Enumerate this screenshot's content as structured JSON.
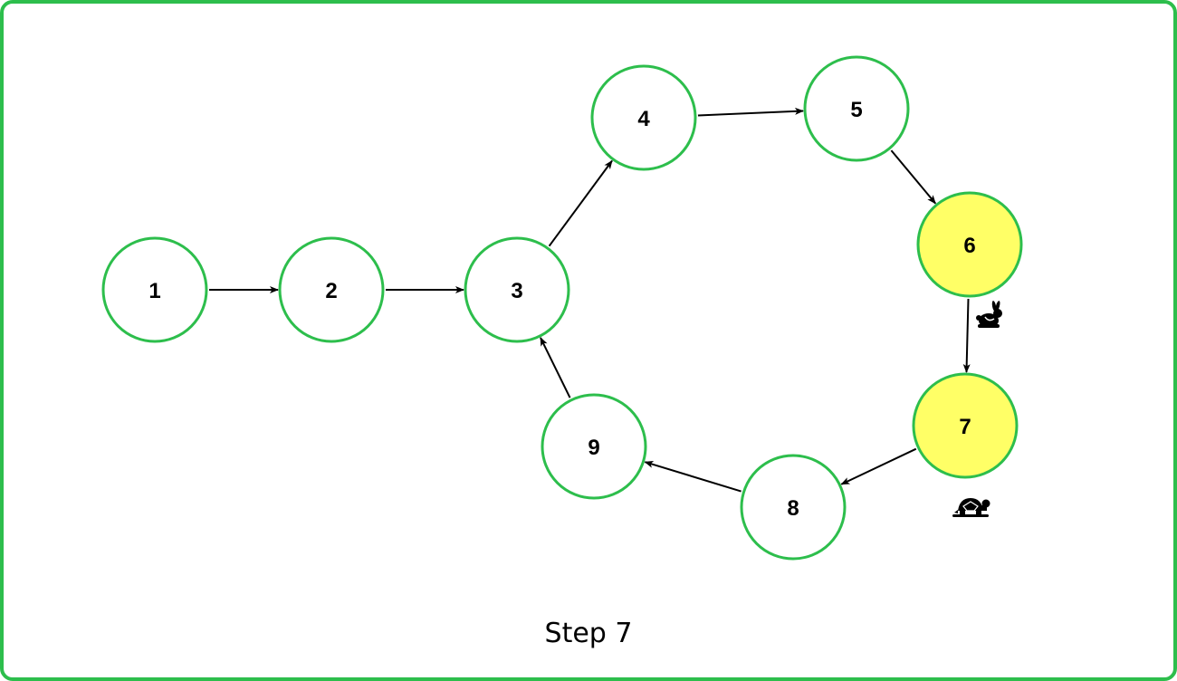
{
  "diagram": {
    "caption": "Step 7",
    "colors": {
      "border": "#2dbe4c",
      "node_stroke": "#2dbe4c",
      "node_fill": "#ffffff",
      "highlight_fill": "#ffff66",
      "edge": "#000000"
    },
    "nodes": [
      {
        "id": "n1",
        "label": "1",
        "highlight": false
      },
      {
        "id": "n2",
        "label": "2",
        "highlight": false
      },
      {
        "id": "n3",
        "label": "3",
        "highlight": false
      },
      {
        "id": "n4",
        "label": "4",
        "highlight": false
      },
      {
        "id": "n5",
        "label": "5",
        "highlight": false
      },
      {
        "id": "n6",
        "label": "6",
        "highlight": true
      },
      {
        "id": "n7",
        "label": "7",
        "highlight": true
      },
      {
        "id": "n8",
        "label": "8",
        "highlight": false
      },
      {
        "id": "n9",
        "label": "9",
        "highlight": false
      }
    ],
    "edges": [
      {
        "from": "n1",
        "to": "n2"
      },
      {
        "from": "n2",
        "to": "n3"
      },
      {
        "from": "n3",
        "to": "n4"
      },
      {
        "from": "n4",
        "to": "n5"
      },
      {
        "from": "n5",
        "to": "n6"
      },
      {
        "from": "n6",
        "to": "n7"
      },
      {
        "from": "n7",
        "to": "n8"
      },
      {
        "from": "n8",
        "to": "n9"
      },
      {
        "from": "n9",
        "to": "n3"
      }
    ],
    "markers": [
      {
        "name": "hare-icon",
        "near": "n6"
      },
      {
        "name": "tortoise-icon",
        "near": "n7"
      }
    ]
  }
}
